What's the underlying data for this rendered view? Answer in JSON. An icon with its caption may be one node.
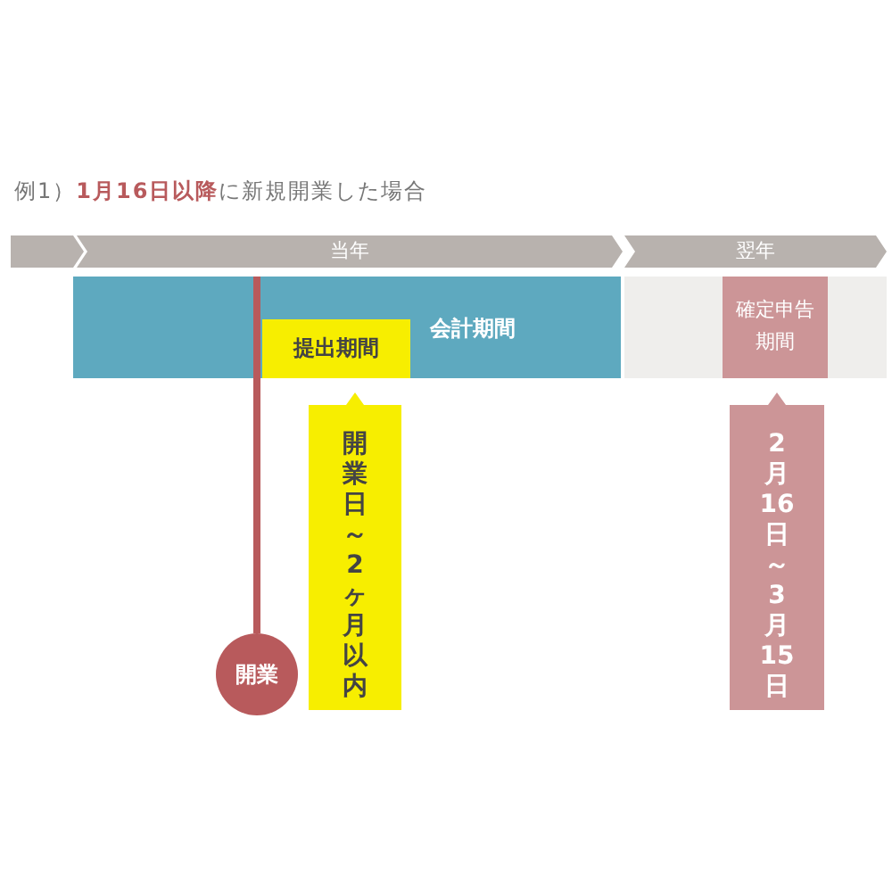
{
  "diagram": {
    "title": "例1）**1月16日以降**に新規開業した場合",
    "nodes": [
      {
        "text": [
          "当年"
        ]
      },
      {
        "text": [
          "翌年"
        ]
      },
      {
        "text": [
          "会計期間"
        ]
      },
      {
        "text": [
          "提出期間"
        ],
        "in": 2
      },
      {
        "text": [
          "確定申告期間"
        ]
      },
      {
        "text": [
          "開業日～2ヶ月以内"
        ]
      },
      {
        "text": [
          "2月16日～3月15日"
        ]
      },
      {
        "text": [
          "開業"
        ]
      }
    ],
    "edges": [
      {
        "from": 7,
        "to": 2,
        "arrow": "none"
      }
    ]
  }
}
